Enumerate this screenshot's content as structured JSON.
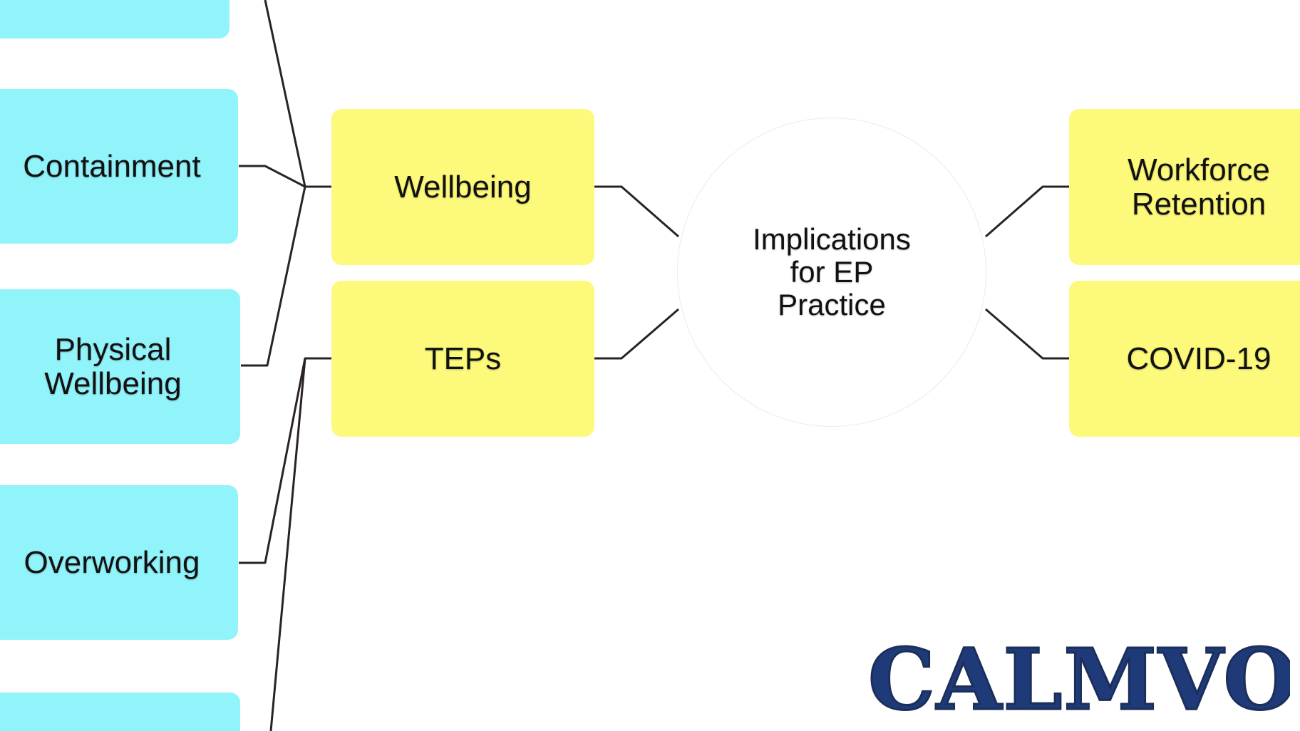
{
  "diagram": {
    "center": {
      "label": "Implications\nfor EP\nPractice"
    },
    "yellow_nodes": {
      "wellbeing": "Wellbeing",
      "teps": "TEPs",
      "workforce_retention": "Workforce\nRetention",
      "covid": "COVID-19"
    },
    "blue_nodes": {
      "containment": "Containment",
      "physical_wellbeing": "Physical\nWellbeing",
      "overworking": "Overworking"
    },
    "colors": {
      "blue_node": "#92f4fb",
      "yellow_node": "#fdf97a",
      "connector": "#2a2326",
      "watermark": "#1f3a78"
    }
  },
  "watermark": {
    "text": "CALMVOX"
  }
}
